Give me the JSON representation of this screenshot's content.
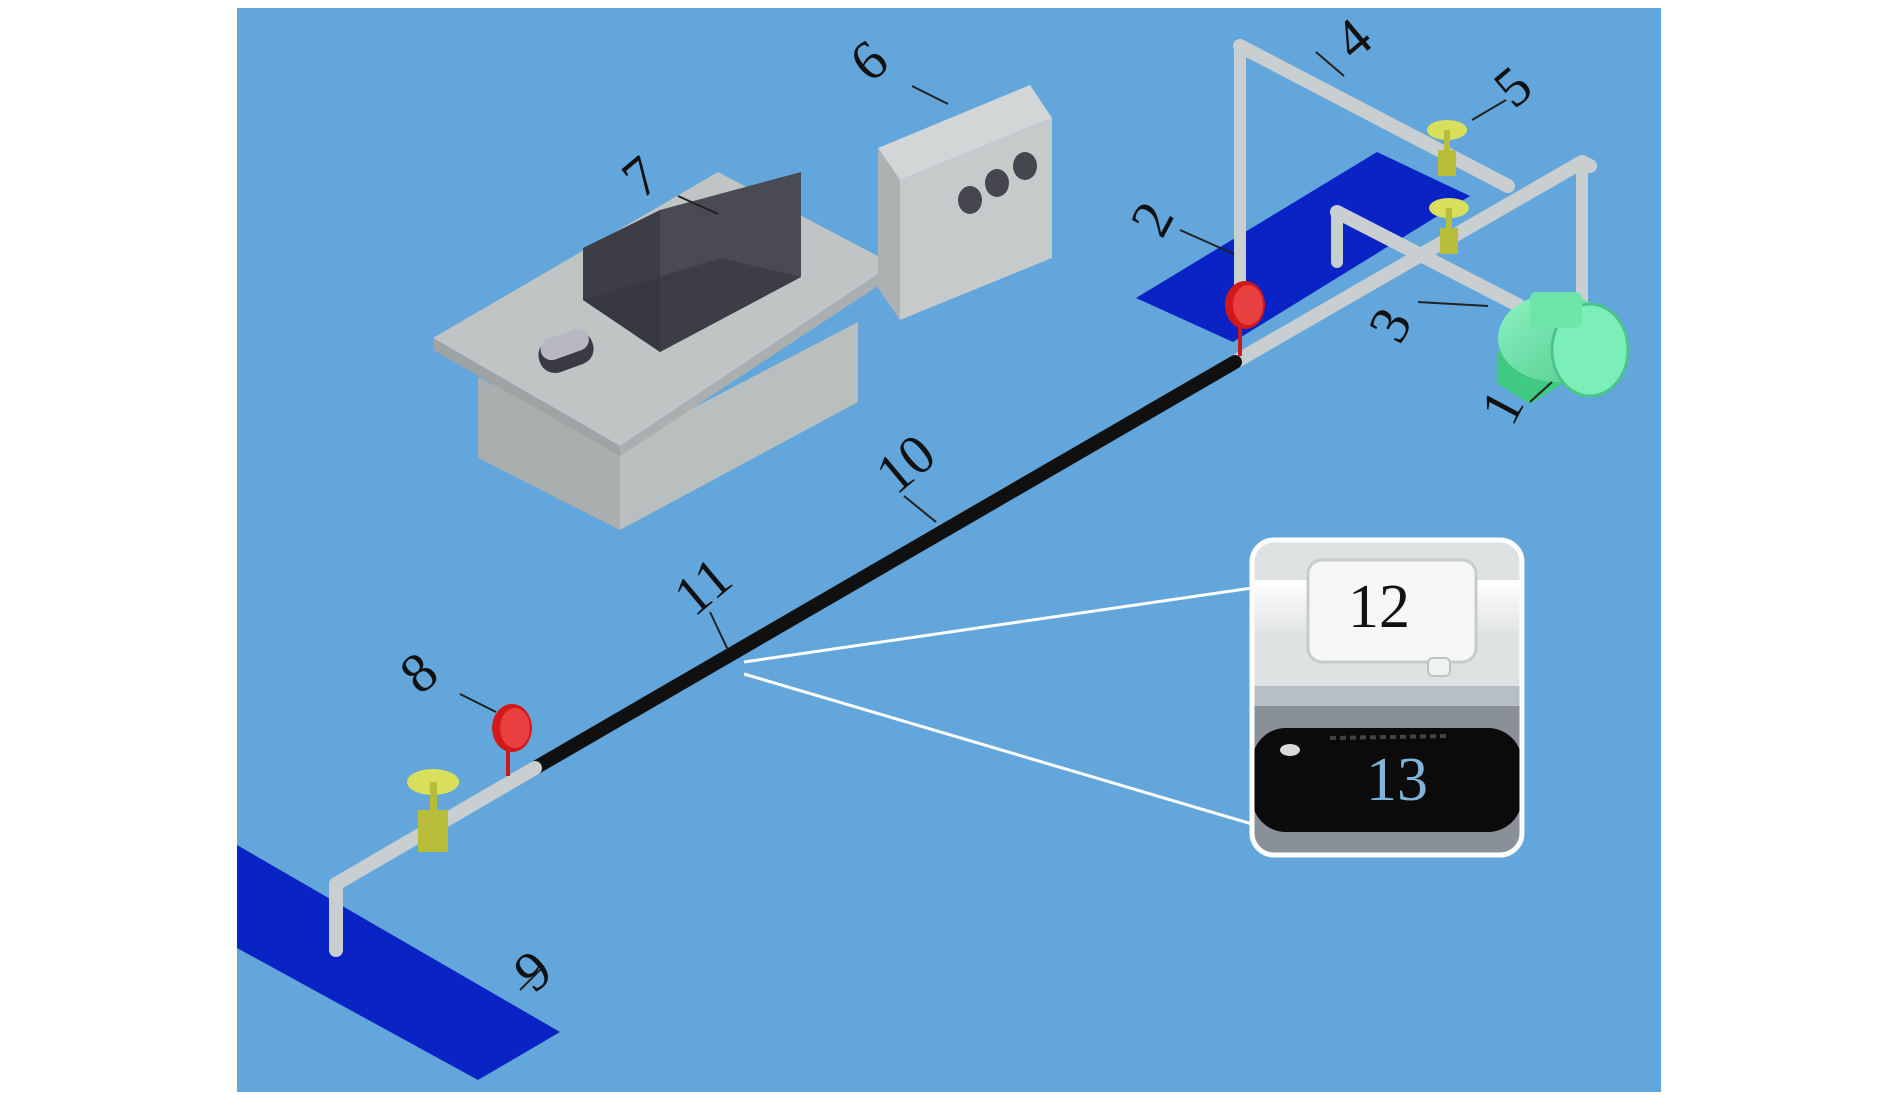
{
  "labels": {
    "l1": "1",
    "l2": "2",
    "l3": "3",
    "l4": "4",
    "l5": "5",
    "l6": "6",
    "l7": "7",
    "l8": "8",
    "l9": "9",
    "l10": "10",
    "l11": "11",
    "l12": "12",
    "l13": "13"
  },
  "colors": {
    "background": "#62a6db",
    "water_tank": "#0a23c4",
    "pipe": "#c9cfd1",
    "test_pipe": "#111111",
    "gauge": "#d21818",
    "valve": "#d9df5a",
    "pump": "#6fe6a9",
    "cabinet": "#c6cacb",
    "desk": "#bfc4c4",
    "monitor": "#4a4a55"
  }
}
